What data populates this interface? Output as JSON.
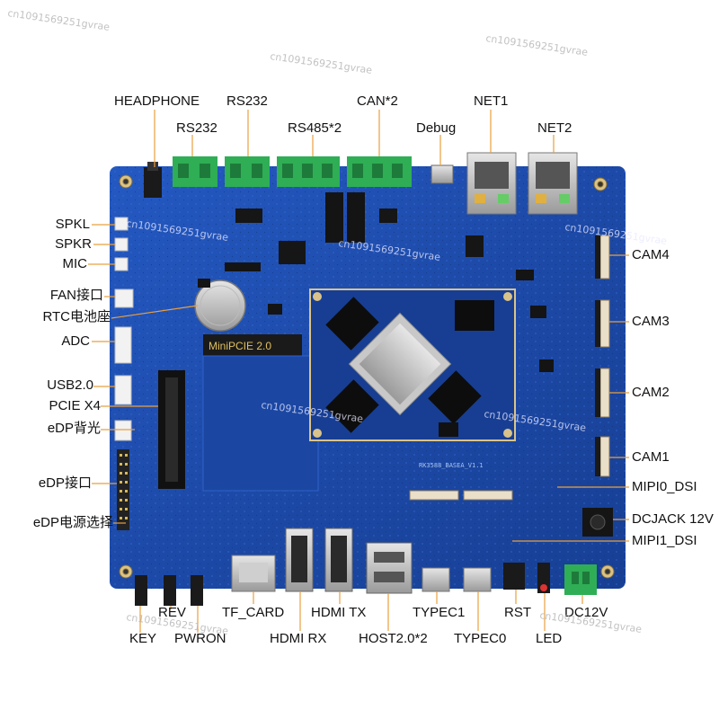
{
  "labels": {
    "headphone": "HEADPHONE",
    "rs232_top": "RS232",
    "rs232": "RS232",
    "rs485": "RS485*2",
    "can": "CAN*2",
    "debug": "Debug",
    "net1": "NET1",
    "net2": "NET2",
    "spkl": "SPKL",
    "spkr": "SPKR",
    "mic": "MIC",
    "fan": "FAN接口",
    "rtc": "RTC电池座",
    "adc": "ADC",
    "usb20": "USB2.0",
    "pcie": "PCIE X4",
    "edp_bl": "eDP背光",
    "edp_if": "eDP接口",
    "edp_pwr": "eDP电源选择",
    "cam4": "CAM4",
    "cam3": "CAM3",
    "cam2": "CAM2",
    "cam1": "CAM1",
    "mipi0": "MIPI0_DSI",
    "dcjack": "DCJACK 12V",
    "mipi1": "MIPI1_DSI",
    "key": "KEY",
    "rev": "REV",
    "pwron": "PWRON",
    "tfcard": "TF_CARD",
    "hdmirx": "HDMI RX",
    "hdmitx": "HDMI TX",
    "host": "HOST2.0*2",
    "typec1": "TYPEC1",
    "typec0": "TYPEC0",
    "rst": "RST",
    "led": "LED",
    "dc12v": "DC12V"
  },
  "board_text": {
    "minipcie": "MiniPCIE 2.0",
    "silk": "RK3588_BASEA_V1.1"
  },
  "watermark": "cn1091569251gvrae",
  "colors": {
    "board": "#1f4fb0",
    "board_dark": "#163c8c",
    "connector_green": "#2fae55",
    "leader": "#e8a040",
    "label_text": "#111111"
  }
}
